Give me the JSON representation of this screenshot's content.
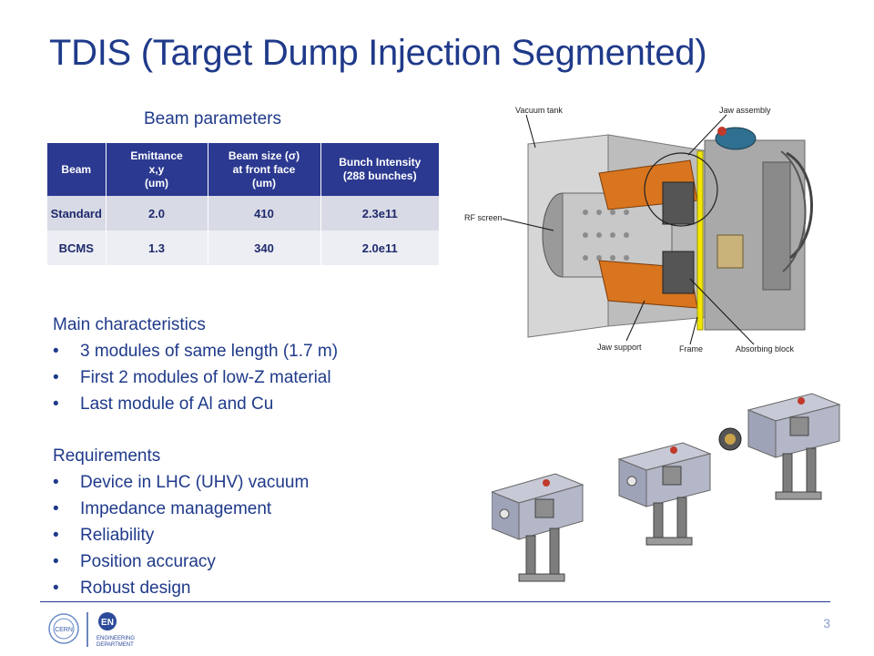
{
  "slide": {
    "title": "TDIS (Target Dump Injection Segmented)",
    "page_number": "3"
  },
  "table": {
    "caption": "Beam parameters",
    "headers": [
      [
        "Beam"
      ],
      [
        "Emittance",
        "x,y",
        "(um)"
      ],
      [
        "Beam size (σ)",
        "at front face",
        "(um)"
      ],
      [
        "Bunch Intensity",
        "(288 bunches)"
      ]
    ],
    "rows": [
      [
        "Standard",
        "2.0",
        "410",
        "2.3e11"
      ],
      [
        "BCMS",
        "1.3",
        "340",
        "2.0e11"
      ]
    ]
  },
  "characteristics": {
    "heading": "Main characteristics",
    "items": [
      "3 modules of same length (1.7 m)",
      "First 2 modules of low-Z material",
      "Last module of Al and Cu"
    ]
  },
  "requirements": {
    "heading": "Requirements",
    "items": [
      "Device in LHC (UHV) vacuum",
      "Impedance management",
      "Reliability",
      "Position accuracy",
      "Robust design"
    ]
  },
  "bullet_char": "•",
  "diagram": {
    "labels": {
      "vacuum_tank": "Vacuum tank",
      "jaw_assembly": "Jaw assembly",
      "rf_screen": "RF screen",
      "jaw_support": "Jaw support",
      "frame": "Frame",
      "absorbing_block": "Absorbing block"
    }
  },
  "footer": {
    "cern_logo_text": "CERN",
    "en_logo_text": "EN",
    "department_line1": "ENGINEERING",
    "department_line2": "DEPARTMENT"
  },
  "colors": {
    "title": "#1f3a8a",
    "table_header": "#2b3990",
    "accent_orange": "#d9751e",
    "frame_yellow": "#f2e600"
  }
}
